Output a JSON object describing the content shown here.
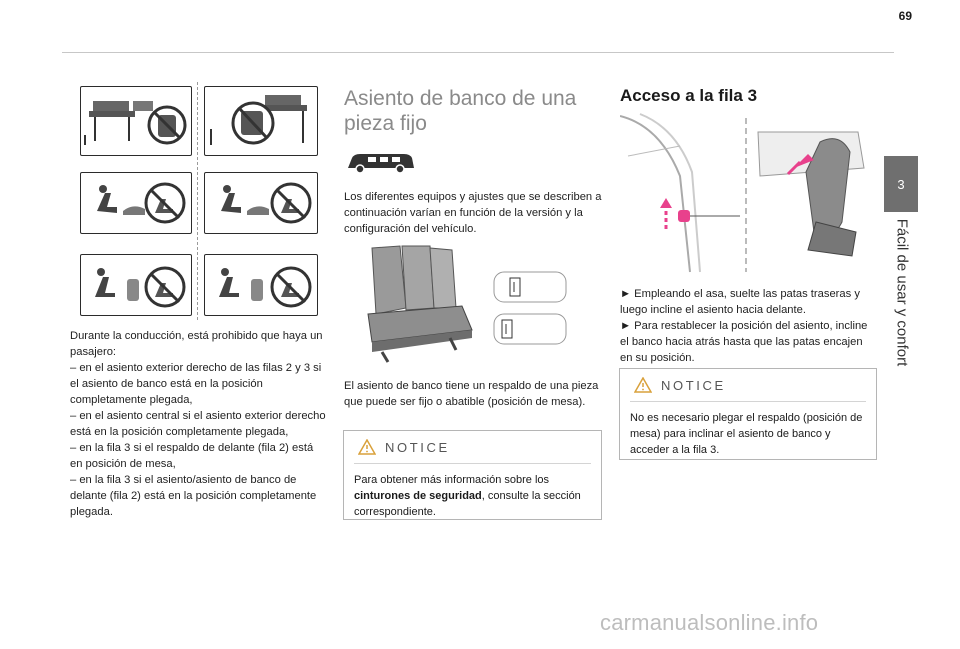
{
  "page_number": "69",
  "section_tab": "3",
  "section_title": "Fácil de usar y confort",
  "left": {
    "intro": "Durante la conducción, está prohibido que haya un pasajero:",
    "items": [
      "– en el asiento exterior derecho de las filas 2 y 3 si el asiento de banco está en la posición completamente plegada,",
      "– en el asiento central si el asiento exterior derecho está en la posición completamente plegada,",
      "– en la fila 3 si el respaldo de delante (fila 2) está en posición de mesa,",
      "– en la fila 3 si el asiento/asiento de banco de delante (fila 2) está en la posición completamente plegada."
    ]
  },
  "middle": {
    "title": "Asiento de banco de una pieza fijo",
    "intro": "Los diferentes equipos y ajustes que se describen a continuación varían en función de la versión y la configuración del vehículo.",
    "body": "El asiento de banco tiene un respaldo de una pieza que puede ser fijo o abatible (posición de mesa).",
    "notice_label": "NOTICE",
    "notice_pre": "Para obtener más información sobre los ",
    "notice_bold": "cinturones de seguridad",
    "notice_post": ", consulte la sección correspondiente."
  },
  "right": {
    "title": "Acceso a la fila 3",
    "step1": "► Empleando el asa, suelte las patas traseras y luego incline el asiento hacia delante.",
    "step2": "► Para restablecer la posición del asiento, incline el banco hacia atrás hasta que las patas encajen en su posición.",
    "notice_label": "NOTICE",
    "notice_text": "No es necesario plegar el respaldo (posición de mesa) para inclinar el asiento de banco y acceder a la fila 3."
  },
  "watermark": "carmanualsonline.info",
  "colors": {
    "tab": "#6f6f6f",
    "arrow": "#e8418c",
    "warning": "#d9a13b",
    "title_grey": "#8a8a8a"
  }
}
